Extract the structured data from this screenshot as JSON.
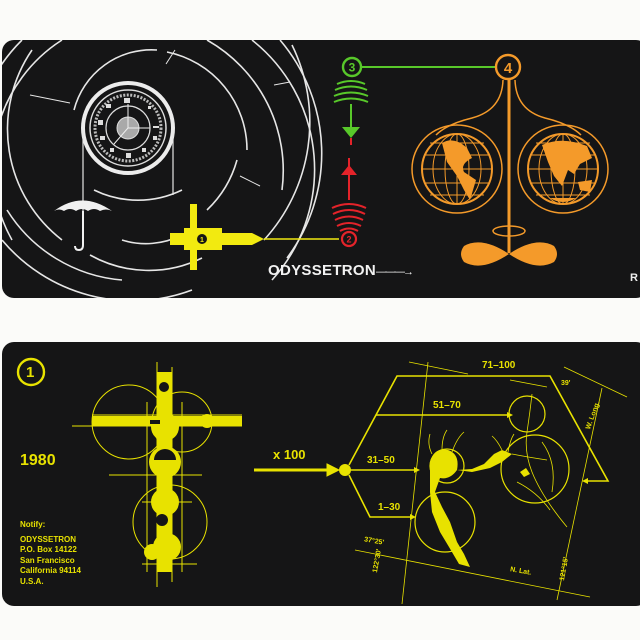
{
  "top_panel": {
    "brand_label": "ODYSSETRON",
    "brand_arrow": "→",
    "corner_mark": "R",
    "markers": [
      {
        "id": "1",
        "color": "#f2ea10",
        "shape": "cross-needle"
      },
      {
        "id": "2",
        "color": "#e4232a",
        "shape": "emitter"
      },
      {
        "id": "3",
        "color": "#58c82a",
        "shape": "emitter"
      },
      {
        "id": "4",
        "color": "#f49a2a",
        "shape": "balance-scale"
      }
    ],
    "icons": [
      "dial-icon",
      "umbrella-icon",
      "globe-americas-icon",
      "globe-eastern-icon",
      "propeller-icon",
      "orbit-rings"
    ]
  },
  "bottom_panel": {
    "step_number": "1",
    "year": "1980",
    "notify": {
      "heading": "Notify:",
      "lines": [
        "ODYSSETRON",
        "P.O. Box 14122",
        "San Francisco",
        "California 94114",
        "U.S.A."
      ]
    },
    "multiplier_label": "x 100",
    "ranges": [
      "71–100",
      "51–70",
      "31–50",
      "1–30"
    ],
    "coordinates": {
      "lat_top": "39'",
      "lat_bottom": "37°25'",
      "lon_left": "122°30'",
      "lon_right": "121°15'",
      "w_long": "W. Long.",
      "n_lat": "N. Lat."
    }
  },
  "colors": {
    "panel_bg": "#151516",
    "page_bg": "#fbfbf9",
    "white_line": "#e8e8e8",
    "yellow": "#e8e200",
    "green": "#58c82a",
    "red": "#e4232a",
    "orange": "#f49a2a"
  }
}
